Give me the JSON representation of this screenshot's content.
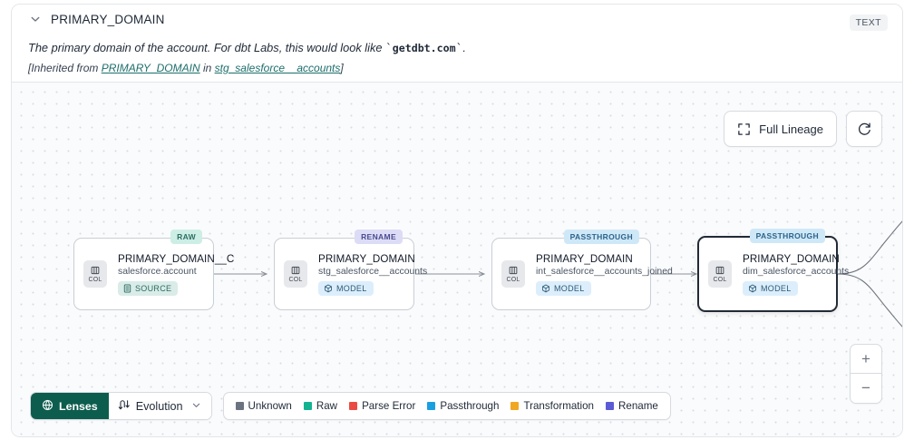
{
  "header": {
    "chevron_icon": "chevron-down-icon",
    "column_title": "PRIMARY_DOMAIN",
    "type_badge": "TEXT",
    "description_prefix": "The primary domain of the account. For dbt Labs, this would look like ",
    "description_code": "getdbt.com",
    "description_suffix": ".",
    "inherited_prefix": "[Inherited from ",
    "inherited_link_1": "PRIMARY_DOMAIN",
    "inherited_middle": " in ",
    "inherited_link_2": "stg_salesforce__accounts",
    "inherited_suffix": "]"
  },
  "canvas_controls": {
    "full_lineage_label": "Full Lineage",
    "full_lineage_icon": "expand-icon",
    "refresh_icon": "refresh-icon",
    "zoom_in_label": "+",
    "zoom_out_label": "−"
  },
  "graph": {
    "nodes": [
      {
        "id": "node-1",
        "badge": "RAW",
        "badge_style": "raw",
        "chip_icon": "column-icon",
        "chip_label": "COL",
        "name": "PRIMARY_DOMAIN__C",
        "subtitle": "salesforce.account",
        "kind_label": "SOURCE",
        "kind_icon": "database-icon",
        "kind_style": "source",
        "selected": false
      },
      {
        "id": "node-2",
        "badge": "RENAME",
        "badge_style": "rename",
        "chip_icon": "column-icon",
        "chip_label": "COL",
        "name": "PRIMARY_DOMAIN",
        "subtitle": "stg_salesforce__accounts",
        "kind_label": "MODEL",
        "kind_icon": "cube-icon",
        "kind_style": "model",
        "selected": false
      },
      {
        "id": "node-3",
        "badge": "PASSTHROUGH",
        "badge_style": "passthrough",
        "chip_icon": "column-icon",
        "chip_label": "COL",
        "name": "PRIMARY_DOMAIN",
        "subtitle": "int_salesforce__accounts_joined",
        "kind_label": "MODEL",
        "kind_icon": "cube-icon",
        "kind_style": "model",
        "selected": false
      },
      {
        "id": "node-4",
        "badge": "PASSTHROUGH",
        "badge_style": "passthrough",
        "chip_icon": "column-icon",
        "chip_label": "COL",
        "name": "PRIMARY_DOMAIN",
        "subtitle": "dim_salesforce_accounts",
        "kind_label": "MODEL",
        "kind_icon": "cube-icon",
        "kind_style": "model",
        "selected": true
      }
    ]
  },
  "bottom_bar": {
    "lenses_label": "Lenses",
    "lenses_icon": "lens-icon",
    "evolution_label": "Evolution",
    "evolution_icon": "evolution-icon",
    "evolution_caret": "chevron-down-icon",
    "legend": [
      {
        "label": "Unknown",
        "color": "#6b7280"
      },
      {
        "label": "Raw",
        "color": "#13b391"
      },
      {
        "label": "Parse Error",
        "color": "#ea4a43"
      },
      {
        "label": "Passthrough",
        "color": "#1a9fe0"
      },
      {
        "label": "Transformation",
        "color": "#f0a722"
      },
      {
        "label": "Rename",
        "color": "#5b5bd6"
      }
    ]
  }
}
